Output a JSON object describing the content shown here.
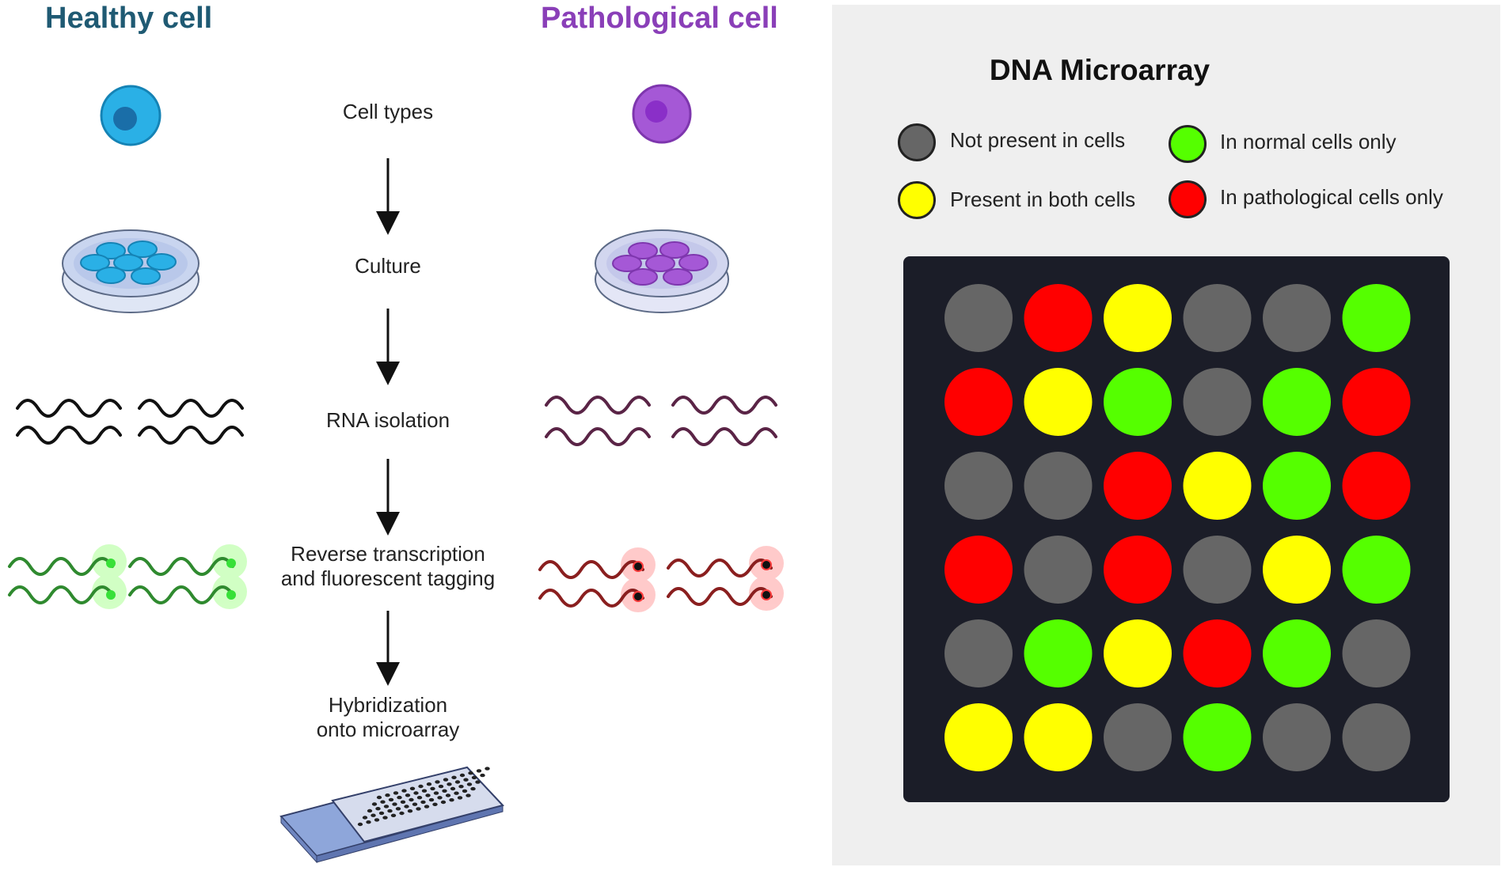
{
  "left": {
    "healthy_title": "Healthy cell",
    "pathological_title": "Pathological cell",
    "steps": [
      {
        "line1": "Cell types",
        "line2": ""
      },
      {
        "line1": "Culture",
        "line2": ""
      },
      {
        "line1": "RNA isolation",
        "line2": ""
      },
      {
        "line1": "Reverse transcription",
        "line2": "and fluorescent tagging"
      },
      {
        "line1": "Hybridization",
        "line2": "onto microarray"
      }
    ]
  },
  "microarray": {
    "title": "DNA Microarray",
    "legend": [
      {
        "key": "not_present",
        "label": "Not present in cells",
        "color": "#666666"
      },
      {
        "key": "normal_only",
        "label": "In normal cells only",
        "color": "#55ff00"
      },
      {
        "key": "both",
        "label": "Present in both cells",
        "color": "#ffff00"
      },
      {
        "key": "pathological_only",
        "label": "In pathological cells only",
        "color": "#ff0000"
      }
    ],
    "grid": [
      [
        "not_present",
        "pathological_only",
        "both",
        "not_present",
        "not_present",
        "normal_only"
      ],
      [
        "pathological_only",
        "both",
        "normal_only",
        "not_present",
        "normal_only",
        "pathological_only"
      ],
      [
        "not_present",
        "not_present",
        "pathological_only",
        "both",
        "normal_only",
        "pathological_only"
      ],
      [
        "pathological_only",
        "not_present",
        "pathological_only",
        "not_present",
        "both",
        "normal_only"
      ],
      [
        "not_present",
        "normal_only",
        "both",
        "pathological_only",
        "normal_only",
        "not_present"
      ],
      [
        "both",
        "both",
        "not_present",
        "normal_only",
        "not_present",
        "not_present"
      ]
    ]
  },
  "colors": {
    "healthy_title": "#1f5a73",
    "pathological_title": "#8a3fb8",
    "healthy_cell": "#2ab0e6",
    "pathological_cell": "#a558d6",
    "rna": "#111111",
    "pathological_rna": "#5a2446",
    "healthy_tagged_rna": "#2f8a2f",
    "pathological_tagged_rna": "#8a1f1f"
  }
}
